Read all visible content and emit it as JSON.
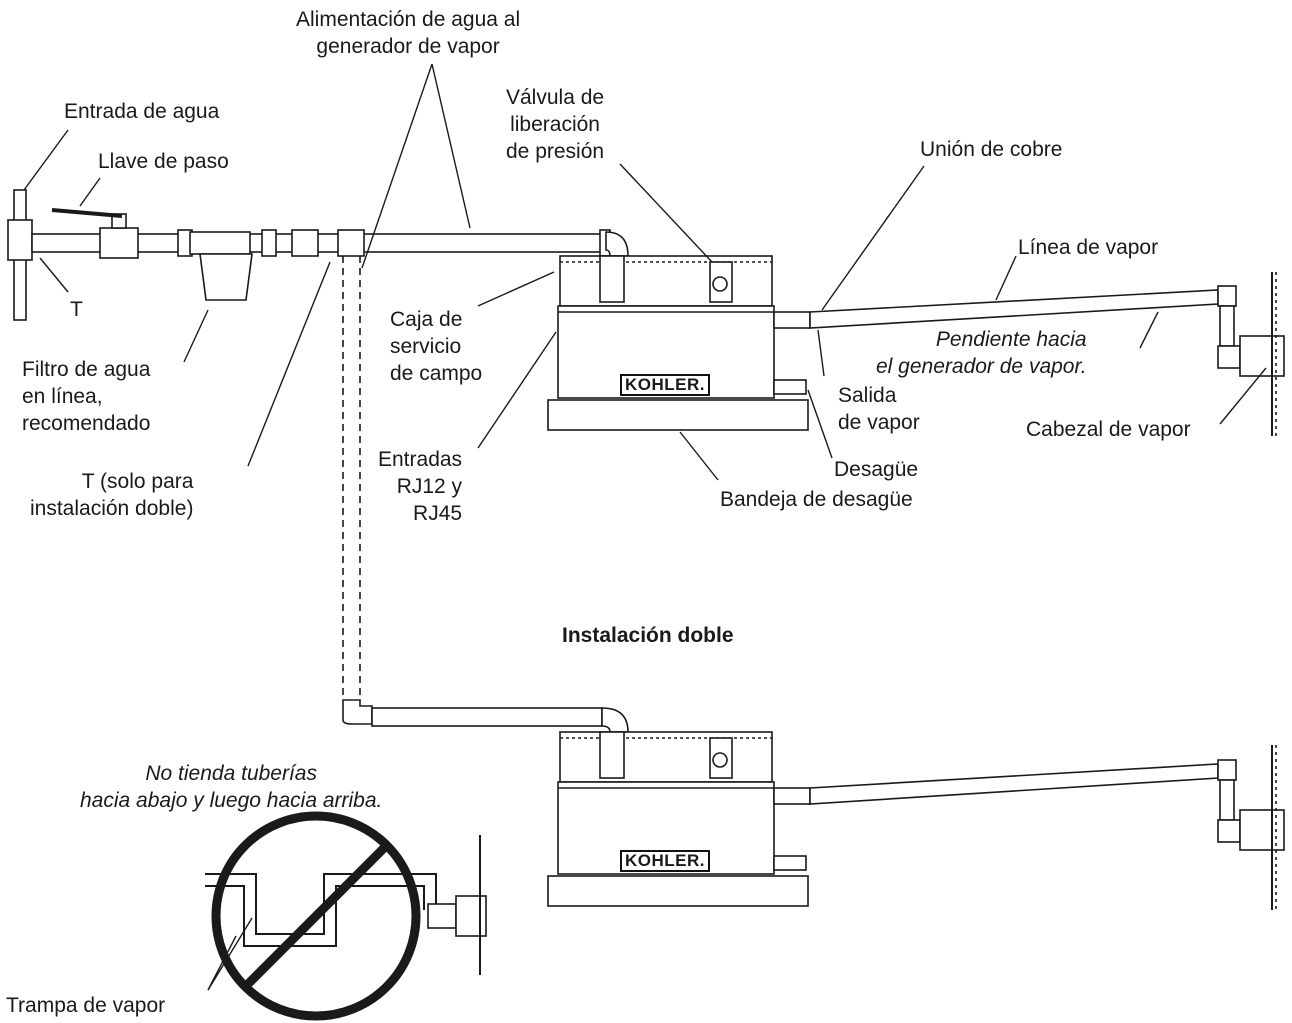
{
  "labels": {
    "alimentacion": "Alimentación de agua al\ngenerador de vapor",
    "entrada_agua": "Entrada de agua",
    "llave_paso": "Llave de paso",
    "t_letter": "T",
    "filtro": "Filtro de agua\nen línea,\nrecomendado",
    "t_doble": "T (solo para\ninstalación doble)",
    "valvula": "Válvula de\nliberación\nde presión",
    "caja": "Caja de\nservicio\nde campo",
    "entradas": "Entradas\nRJ12 y\nRJ45",
    "union_cobre": "Unión de cobre",
    "linea_vapor": "Línea de vapor",
    "pendiente": "Pendiente hacia\nel generador de vapor.",
    "salida_vapor": "Salida\nde vapor",
    "cabezal": "Cabezal de vapor",
    "desague": "Desagüe",
    "bandeja": "Bandeja de desagüe",
    "instalacion_doble": "Instalación doble",
    "no_tienda": "No tienda tuberías\nhacia abajo y luego hacia arriba.",
    "trampa": "Trampa de vapor"
  },
  "brand": {
    "logo_top": "KOHLER.",
    "logo_bottom": "KOHLER."
  },
  "colors": {
    "line": "#1a1a1a",
    "fill": "#ffffff",
    "shade": "#d8d8d8"
  }
}
